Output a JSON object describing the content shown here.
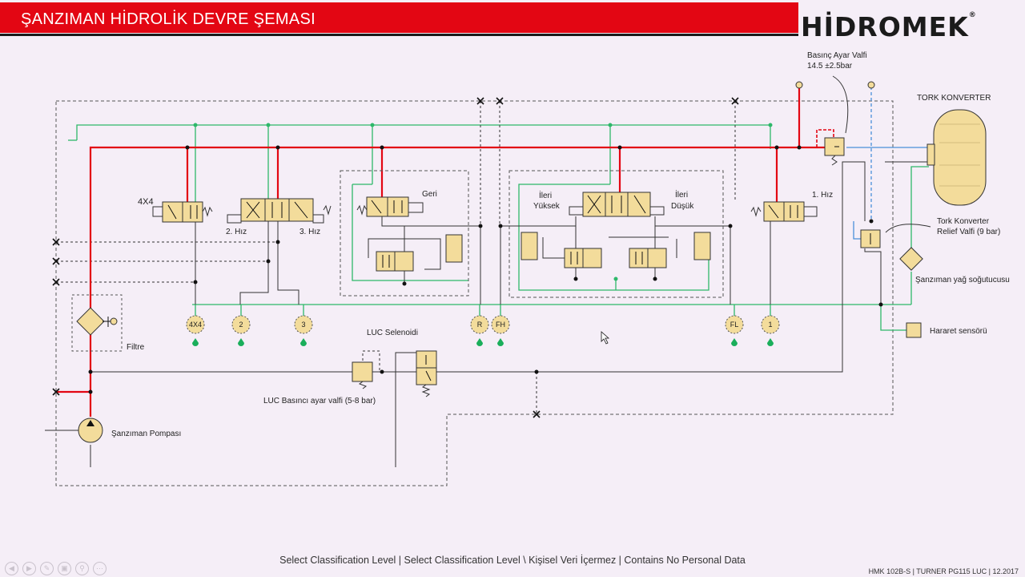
{
  "header": {
    "title": "ŞANZIMAN HİDROLİK DEVRE ŞEMASI",
    "logo": "HİDROMEK",
    "logo_mark": "®"
  },
  "labels": {
    "basinc_1": "Basınç Ayar Valfi",
    "basinc_2": "14.5 ±2.5bar",
    "tork": "TORK KONVERTER",
    "v4x4": "4X4",
    "hiz2": "2. Hız",
    "hiz3": "3. Hız",
    "geri": "Geri",
    "ileri_yuksek_1": "İleri",
    "ileri_yuksek_2": "Yüksek",
    "ileri_dusuk_1": "İleri",
    "ileri_dusuk_2": "Düşük",
    "hiz1": "1. Hız",
    "relief_1": "Tork Konverter",
    "relief_2": "Relief Valfi (9 bar)",
    "sogutucu": "Şanzıman yağ soğutucusu",
    "hararet": "Hararet sensörü",
    "filtre": "Filtre",
    "luc_sel": "LUC Selenoidi",
    "luc_basinc": "LUC Basıncı ayar valfi (5-8 bar)",
    "pompa": "Şanzıman Pompası"
  },
  "clutches": {
    "c4x4": "4X4",
    "c2": "2",
    "c3": "3",
    "cR": "R",
    "cFH": "FH",
    "cFL": "FL",
    "c1": "1"
  },
  "marks": {
    "x": "X"
  },
  "footer": {
    "classification": "Select Classification Level  |  Select Classification Level  \\   Kişisel Veri İçermez | Contains No Personal Data",
    "doc": "HMK 102B-S | TURNER PG115 LUC | 12.2017"
  },
  "colors": {
    "pressure": "#e30613",
    "return": "#2eb86a",
    "drain": "#333333",
    "cooler": "#4a90d9",
    "valve": "#f3dc9b"
  }
}
